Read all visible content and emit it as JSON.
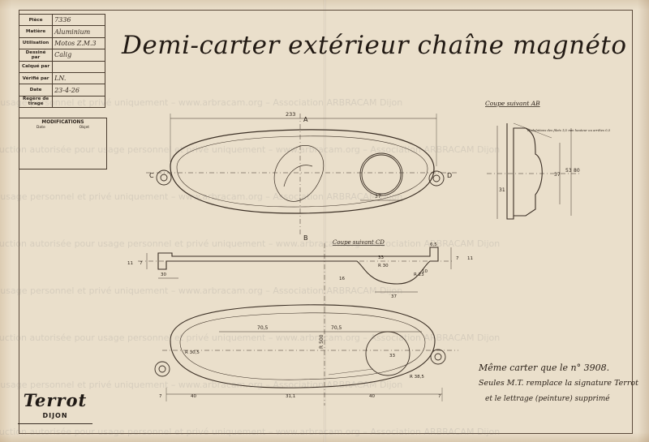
{
  "title": "Demi-carter extérieur chaîne magnéto",
  "title_block": {
    "rows": [
      {
        "label": "Pièce",
        "value": "7336"
      },
      {
        "label": "Matière",
        "value": "Aluminium"
      },
      {
        "label": "Utilisation",
        "value": "Motos Z.M.3"
      },
      {
        "label": "Dessiné par",
        "value": "Calig"
      },
      {
        "label": "Calqué par",
        "value": ""
      },
      {
        "label": "Vérifié par",
        "value": "LN."
      },
      {
        "label": "Date",
        "value": "23-4-26"
      },
      {
        "label": "Regère de tirage",
        "value": ""
      }
    ],
    "modifications": {
      "heading": "MODIFICATIONS",
      "col_date": "Date",
      "col_objet": "Objet"
    }
  },
  "section_labels": {
    "ab": "Coupe suivant AB",
    "cd": "Coupe suivant CD"
  },
  "annotation_ab": "Ondulations des filets 1/2 mm hauteur ou arrêtes 0,5",
  "point_labels": {
    "a": "A",
    "b": "B",
    "c": "C",
    "d": "D"
  },
  "dimensions": {
    "top_overall": "233",
    "top_boss": "37",
    "ab_height_1": "37",
    "ab_height_2": "53",
    "ab_height_3": "80",
    "ab_side": "31",
    "cd_1": "33",
    "cd_2": "R 30",
    "cd_3": "37",
    "cd_4": "R 23",
    "cd_5": "10",
    "cd_6": "6,5",
    "cd_7": "30",
    "cd_8": "11",
    "cd_9": "7",
    "cd_10": "16",
    "cd_11": "11",
    "cd_12": "7",
    "bottom_1": "70,5",
    "bottom_2": "70,5",
    "bottom_3": "R 500",
    "bottom_4": "R 30,5",
    "bottom_5": "33",
    "bottom_6": "R 38,5",
    "bottom_7": "40",
    "bottom_8": "40",
    "bottom_9": "31,1",
    "bottom_10": "7",
    "bottom_11": "7"
  },
  "notes": [
    "Même carter que le n° 3908.",
    "Seules M.T. remplace la signature Terrot",
    "et le lettrage (peinture) supprimé"
  ],
  "logo": {
    "brand": "Terrot",
    "city": "DIJON"
  },
  "watermark_text": "Reproduction autorisée pour usage personnel et privé uniquement – www.arbracam.org – Association ARBRACAM Dijon",
  "colors": {
    "paper": "#eadfcb",
    "ink": "#2a2018",
    "watermark": "#8a8a90"
  }
}
